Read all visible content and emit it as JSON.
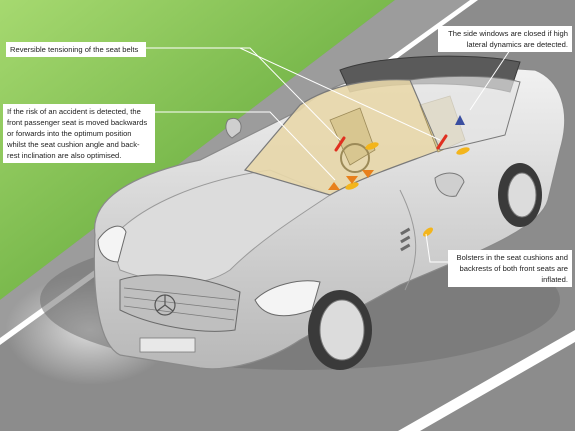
{
  "callouts": {
    "belts": "Reversible tensioning of the seat belts",
    "windows": "The side windows are closed if high\nlateral dynamics are detected.",
    "seat": "If the risk of an accident is detected, the\nfront passenger seat is moved backwards\nor forwards into the optimum position\nwhilst the seat cushion angle and back-\nrest inclination are also optimised.",
    "bolsters": "Bolsters in the seat cushions and\nbackrests of both front seats are\ninflated."
  },
  "colors": {
    "grass_light": "#a6d970",
    "grass_dark": "#4f9a2a",
    "road": "#8c8c8c",
    "lane_line": "#ffffff",
    "car_body": "#d4d4d4",
    "interior": "#e8d7aa",
    "belt_marker": "#e03020",
    "bolster_marker": "#f3b51c",
    "motion_arrow": "#e8801c",
    "window_arrow": "#3a4ea0",
    "leader_line": "#ffffff"
  }
}
